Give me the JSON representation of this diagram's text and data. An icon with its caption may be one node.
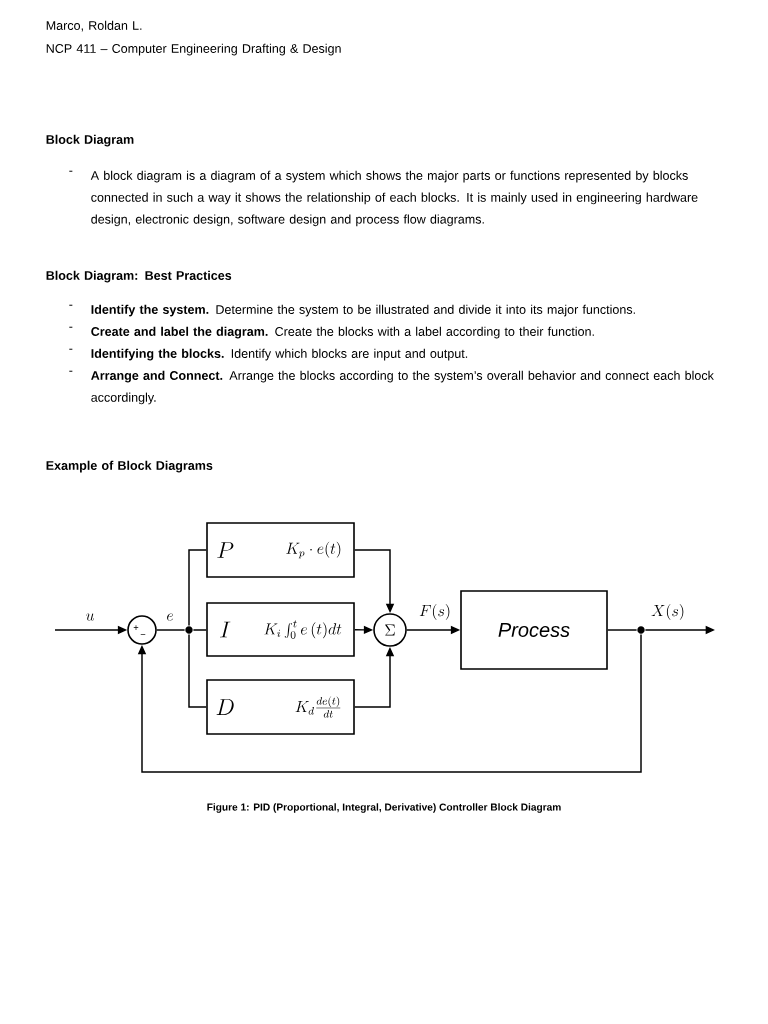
{
  "diagram": {
    "caption": "Figure 1: PID (Proportional, Integral, Derivative) Controller Block Diagram",
    "nodes": [
      {
        "text": [
          "+",
          "−"
        ]
      },
      {
        "text": [],
        "shape": "circle"
      },
      {
        "text": [
          "P",
          "K_p \\cdot e(t)"
        ]
      },
      {
        "text": [
          "I",
          "K_i \\int_0^t e\\,(t)dt"
        ]
      },
      {
        "text": [
          "D",
          "K_d \\frac{de(t)}{dt}"
        ]
      },
      {
        "text": [
          "\\Sigma"
        ]
      },
      {
        "text": [
          "Process"
        ]
      },
      {
        "text": [],
        "shape": "circle"
      }
    ],
    "edges": [
      {
        "from": null,
        "to": 0,
        "arrow": "to",
        "label": "u"
      },
      {
        "from": 0,
        "to": 1,
        "arrow": "none",
        "label": "e"
      },
      {
        "from": 1,
        "to": 2,
        "arrow": "none"
      },
      {
        "from": 1,
        "to": 3,
        "arrow": "none"
      },
      {
        "from": 1,
        "to": 4,
        "arrow": "none"
      },
      {
        "from": 2,
        "to": 5,
        "arrow": "to"
      },
      {
        "from": 3,
        "to": 5,
        "arrow": "to"
      },
      {
        "from": 4,
        "to": 5,
        "arrow": "to"
      },
      {
        "from": 5,
        "to": 6,
        "arrow": "to",
        "label": "F(s)"
      },
      {
        "from": 6,
        "to": 7,
        "arrow": "none",
        "label": "X(s)"
      },
      {
        "from": 7,
        "to": null,
        "arrow": "to"
      },
      {
        "from": 7,
        "to": 0,
        "arrow": "to"
      }
    ],
    "labels": [
      "Marco, Roldan L.",
      "NCP 411 – Computer Engineering Drafting & Design",
      "Block Diagram",
      "-",
      "A block diagram is a diagram of a system which shows the major parts or functions represented by blocks connected in such a way it shows the relationship of each blocks. It is mainly used in engineering hardware design, electronic design, software design and process flow diagrams.",
      "Block Diagram: Best Practices",
      "-",
      "**Identify the system.** Determine the system to be illustrated and divide it into its major functions.",
      "-",
      "**Create and label the diagram.** Create the blocks with a label according to their function.",
      "-",
      "**Identifying the blocks.** Identify which blocks are input and output.",
      "-",
      "**Arrange and Connect.** Arrange the blocks according to the system’s overall behavior and connect each block accordingly.",
      "Example of Block Diagrams"
    ]
  }
}
